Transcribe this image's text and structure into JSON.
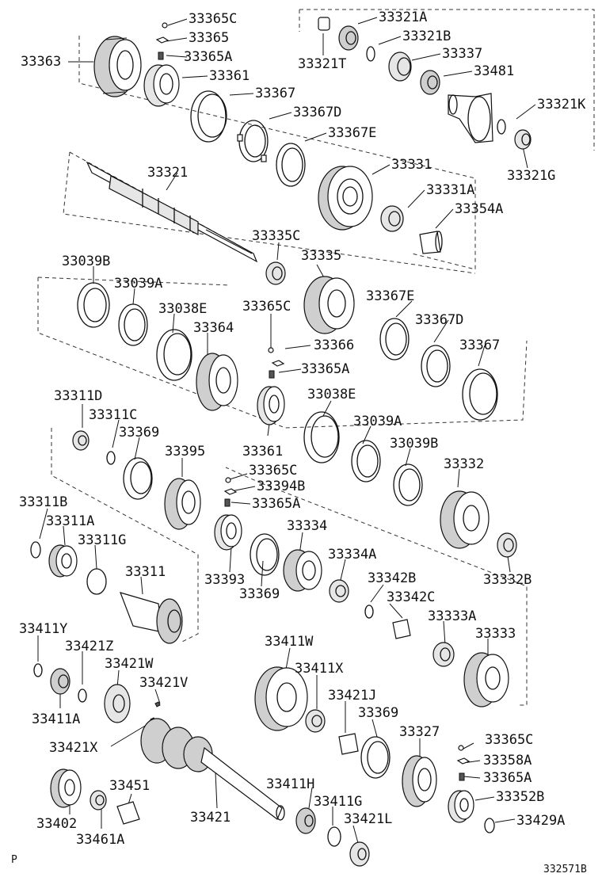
{
  "diagram_id": "332571B",
  "corner_mark": "P",
  "labels": [
    "33365C",
    "33365",
    "33365A",
    "33363",
    "33361",
    "33367",
    "33367D",
    "33367E",
    "33321A",
    "33321B",
    "33337",
    "33481",
    "33321T",
    "33321K",
    "33321G",
    "33321",
    "33331",
    "33331A",
    "33354A",
    "33335C",
    "33335",
    "33039B",
    "33039A",
    "33038E",
    "33364",
    "33365C",
    "33366",
    "33365A",
    "33367E",
    "33367D",
    "33367",
    "33311D",
    "33311C",
    "33369",
    "33395",
    "33361",
    "33038E",
    "33039A",
    "33039B",
    "33332",
    "33365C",
    "33394B",
    "33365A",
    "33311B",
    "33311A",
    "33311G",
    "33311",
    "33393",
    "33369",
    "33334",
    "33334A",
    "33332B",
    "33342B",
    "33342C",
    "33333A",
    "33333",
    "33411Y",
    "33421Z",
    "33421W",
    "33421V",
    "33411A",
    "33421X",
    "33411W",
    "33411X",
    "33421J",
    "33369",
    "33327",
    "33365C",
    "33358A",
    "33365A",
    "33352B",
    "33429A",
    "33451",
    "33402",
    "33461A",
    "33421",
    "33411H",
    "33411G",
    "33421L"
  ]
}
